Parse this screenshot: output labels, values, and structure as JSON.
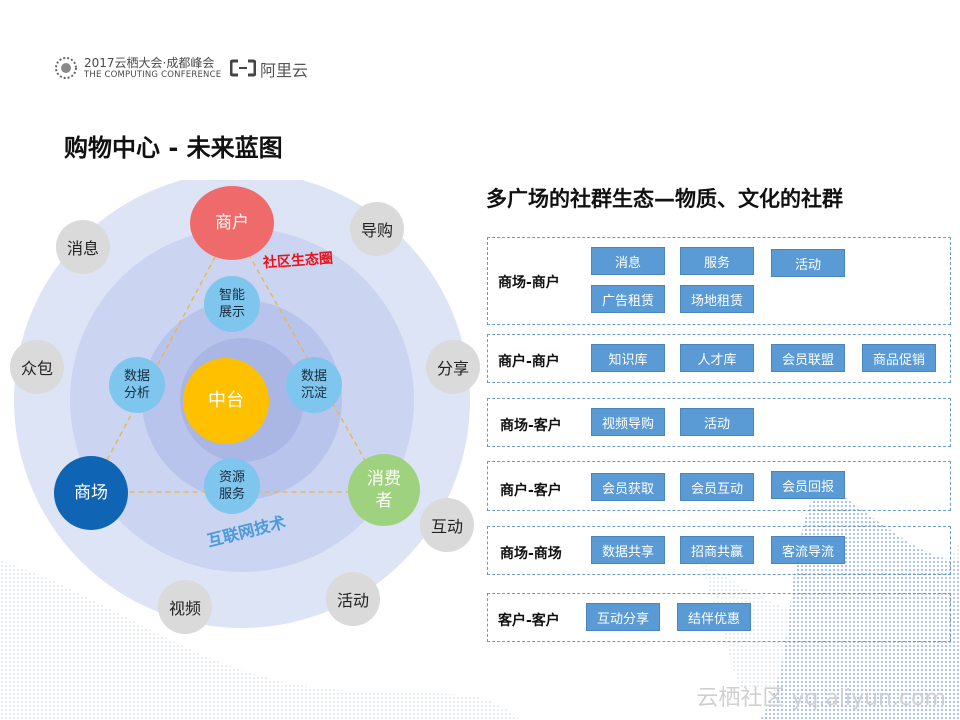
{
  "header": {
    "conference_line1": "2017云栖大会·成都峰会",
    "conference_line2": "THE COMPUTING CONFERENCE",
    "brand": "阿里云"
  },
  "page_title": "购物中心 - 未来蓝图",
  "diagram": {
    "center": "中台",
    "merchant": "商户",
    "mall": "商场",
    "consumer": "消费\n者",
    "inner": [
      "智能\n展示",
      "数据\n分析",
      "数据\n沉淀",
      "资源\n服务"
    ],
    "outer": [
      "消息",
      "导购",
      "众包",
      "分享",
      "互动",
      "活动",
      "视频"
    ],
    "eco_label": "社区生态圈",
    "net_label": "互联网技术",
    "colors": {
      "merchant": "#ef6b6b",
      "mall": "#0f64b4",
      "consumer": "#9fd27e",
      "center": "#ffc000",
      "inner": "#7ec6ee"
    }
  },
  "right_title": "多广场的社群生态—物质、文化的社群",
  "groups": [
    {
      "label": "商场-商户",
      "tags": [
        "消息",
        "服务",
        "活动",
        "广告租赁",
        "场地租赁"
      ]
    },
    {
      "label": "商户-商户",
      "tags": [
        "知识库",
        "人才库",
        "会员联盟",
        "商品促销"
      ]
    },
    {
      "label": "商场-客户",
      "tags": [
        "视频导购",
        "活动"
      ]
    },
    {
      "label": "商户-客户",
      "tags": [
        "会员获取",
        "会员互动",
        "会员回报"
      ]
    },
    {
      "label": "商场-商场",
      "tags": [
        "数据共享",
        "招商共赢",
        "客流导流"
      ]
    },
    {
      "label": "客户-客户",
      "tags": [
        "互动分享",
        "结伴优惠"
      ]
    }
  ],
  "watermark": "云栖社区 yq.aliyun.com"
}
